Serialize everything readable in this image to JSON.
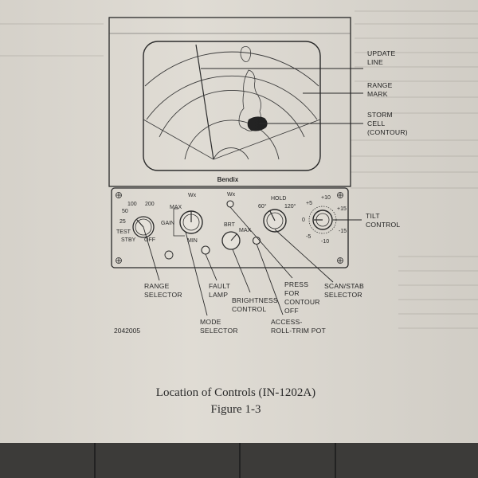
{
  "figure": {
    "caption_line1": "Location of Controls (IN-1202A)",
    "caption_line2": "Figure 1-3",
    "drawing_number": "2042005",
    "brand": "Bendix"
  },
  "callouts": {
    "update_line": [
      "UPDATE",
      "LINE"
    ],
    "range_mark": [
      "RANGE",
      "MARK"
    ],
    "storm_cell": [
      "STORM",
      "CELL",
      "(CONTOUR)"
    ],
    "tilt_control": [
      "TILT",
      "CONTROL"
    ],
    "range_selector": [
      "RANGE",
      "SELECTOR"
    ],
    "mode_selector": [
      "MODE",
      "SELECTOR"
    ],
    "fault_lamp": [
      "FAULT",
      "LAMP"
    ],
    "brightness_control": [
      "BRIGHTNESS",
      "CONTROL"
    ],
    "press_for_contour": [
      "PRESS",
      "FOR",
      "CONTOUR",
      "OFF"
    ],
    "access_roll_trim": [
      "ACCESS-",
      "ROLL-TRIM POT"
    ],
    "scan_stab_selector": [
      "SCAN/STAB",
      "SELECTOR"
    ]
  },
  "panel_markings": {
    "range": {
      "test": "TEST",
      "stby": "STBY",
      "off": "OFF",
      "r25": "25",
      "r50": "50",
      "r100": "100",
      "r200": "200"
    },
    "gain": {
      "wx": "Wx",
      "gain": "GAIN",
      "max": "MAX",
      "min": "MIN"
    },
    "brt": {
      "brt": "BRT",
      "max": "MAX"
    },
    "contour": {
      "wx": "Wx"
    },
    "scan": {
      "hold": "HOLD",
      "s60": "60°",
      "s120": "120°"
    },
    "tilt": {
      "p5": "+5",
      "p10": "+10",
      "p15": "+15",
      "zero": "0",
      "m5": "-5",
      "m10": "-10",
      "m15": "-15"
    }
  }
}
